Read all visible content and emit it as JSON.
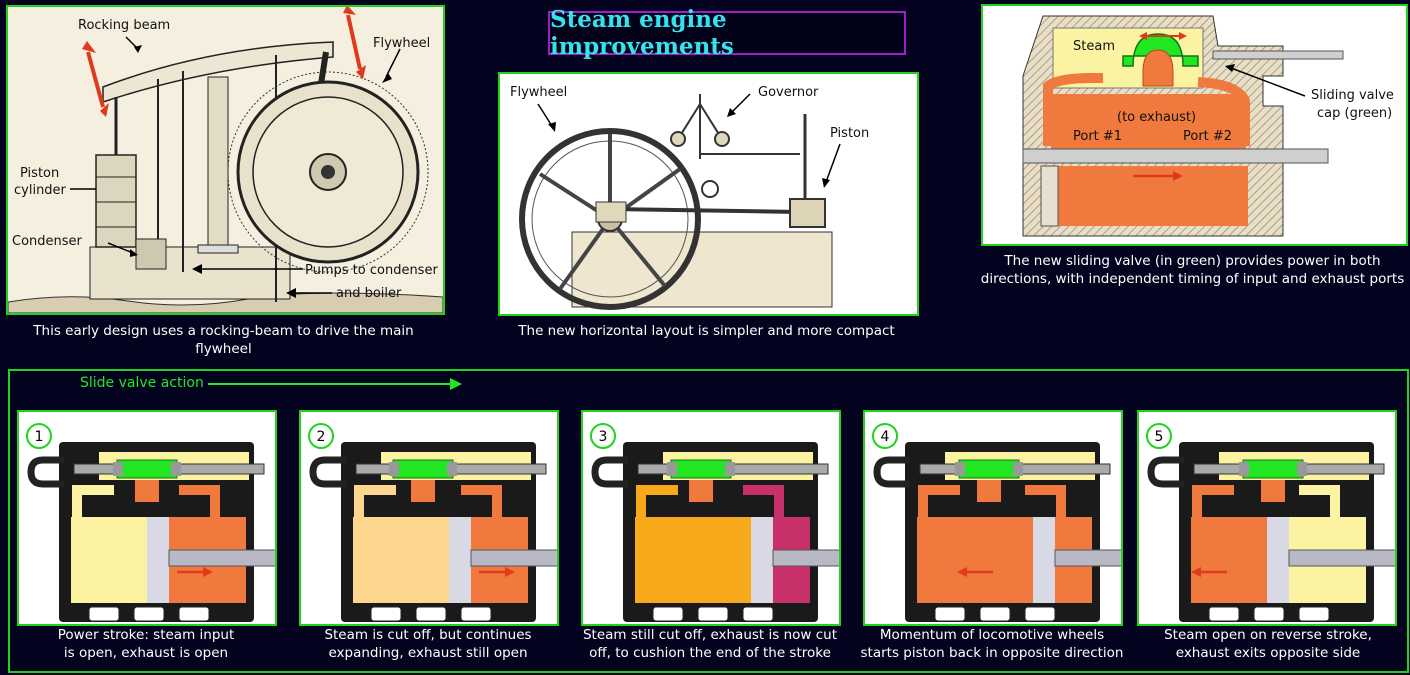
{
  "title": "Steam engine improvements",
  "panel1": {
    "labels": {
      "rocking_beam": "Rocking beam",
      "flywheel": "Flywheel",
      "piston_cylinder_1": "Piston",
      "piston_cylinder_2": "cylinder",
      "condenser": "Condenser",
      "pumps_1": "Pumps to condenser",
      "pumps_2": "and boiler"
    },
    "caption": "This early design uses a rocking-beam to drive the main flywheel"
  },
  "panel2": {
    "labels": {
      "flywheel": "Flywheel",
      "governor": "Governor",
      "piston": "Piston"
    },
    "caption": "The new horizontal layout is simpler and more compact"
  },
  "panel3": {
    "labels": {
      "steam": "Steam",
      "to_exhaust": "(to exhaust)",
      "port1": "Port #1",
      "port2": "Port #2",
      "sliding_valve_1": "Sliding valve",
      "sliding_valve_2": "cap (green)"
    },
    "caption_1": "The new sliding valve (in green) provides power in both",
    "caption_2": "directions, with independent timing of input and exhaust ports"
  },
  "slide_valve": {
    "heading": "Slide valve action",
    "steps": [
      {
        "num": "1",
        "caption_1": "Power stroke:  steam input",
        "caption_2": "is open, exhaust is open"
      },
      {
        "num": "2",
        "caption_1": "Steam is cut off, but continues",
        "caption_2": "expanding, exhaust still open"
      },
      {
        "num": "3",
        "caption_1": "Steam still cut off, exhaust is now cut",
        "caption_2": "off, to cushion the end of the stroke"
      },
      {
        "num": "4",
        "caption_1": "Momentum of locomotive wheels",
        "caption_2": "starts piston back in opposite direction"
      },
      {
        "num": "5",
        "caption_1": "Steam open on reverse stroke,",
        "caption_2": "exhaust exits opposite side"
      }
    ]
  },
  "colors": {
    "frame_green": "#1fd31f",
    "valve_green": "#22e622",
    "steam_orange": "#f07a3e",
    "steam_yellow": "#fbf3a2",
    "arrow_red": "#e03a1e",
    "title_cyan": "#35e3ee",
    "title_border": "#a020c8"
  }
}
